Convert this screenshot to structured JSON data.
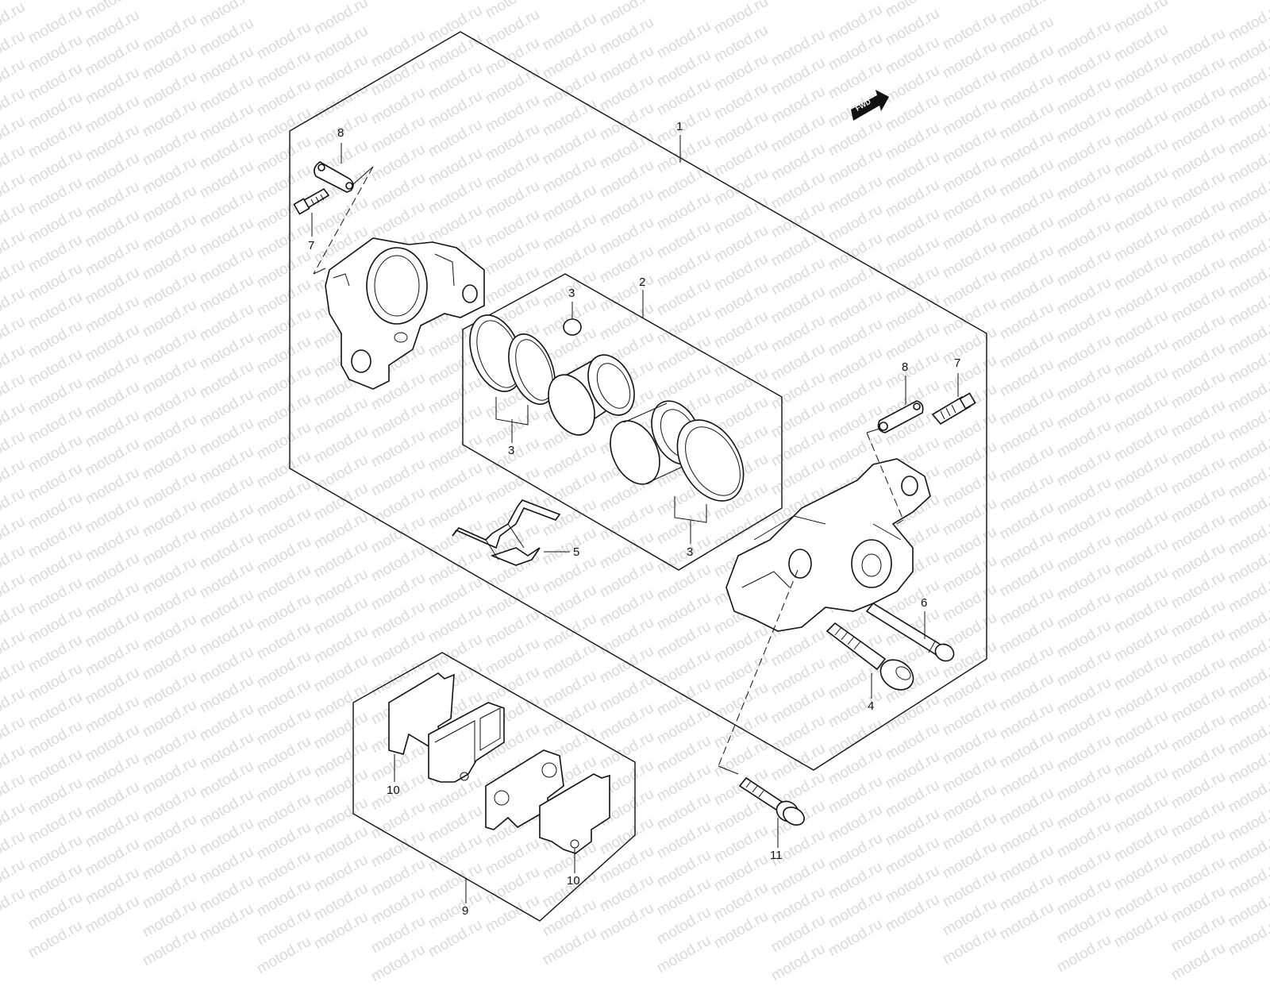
{
  "watermark": {
    "text": "motod.ru"
  },
  "fwd_badge": {
    "label": "FWD"
  },
  "callouts": {
    "c1": "1",
    "c2": "2",
    "c3a": "3",
    "c3b": "3",
    "c3c": "3",
    "c4": "4",
    "c5": "5",
    "c6": "6",
    "c7a": "7",
    "c7b": "7",
    "c8a": "8",
    "c8b": "8",
    "c9": "9",
    "c10a": "10",
    "c10b": "10",
    "c11": "11"
  },
  "colors": {
    "line": "#111111",
    "watermark": "#d9d9d9",
    "background": "#ffffff"
  }
}
